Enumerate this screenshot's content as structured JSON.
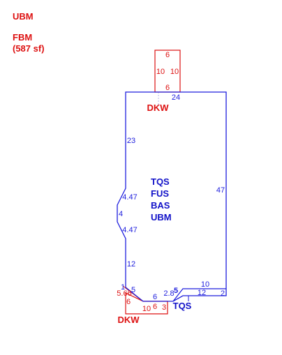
{
  "legend": {
    "line1": "UBM",
    "line2": "FBM",
    "line3": "(587 sf)"
  },
  "colors": {
    "main_outline": "#1d1ddd",
    "addition_outline": "#dd1111",
    "connector": "#b9b9ec"
  },
  "main_area": {
    "labels": [
      "TQS",
      "FUS",
      "BAS",
      "UBM"
    ],
    "dimensions": {
      "top": "24",
      "left_upper": "23",
      "right": "47",
      "angle_upper": "4.47",
      "left_mid": "4",
      "angle_lower": "4.47",
      "left_lower": "12",
      "corner_a": "1",
      "corner_b": "5",
      "bottom_left": "6",
      "bottom_mid": "2.8",
      "step_vertical": "5",
      "step_top": "10",
      "step_bottom": "12",
      "step_right": "2",
      "angle_small": "5.66"
    }
  },
  "top_addition": {
    "label": "DKW",
    "dimensions": {
      "top": "6",
      "left": "10",
      "right": "10",
      "bottom": "6"
    }
  },
  "bottom_addition": {
    "label": "DKW",
    "dimensions": {
      "left": "6",
      "bottom_left": "10",
      "bottom_mid": "6",
      "right": "3"
    }
  },
  "bottom_right_area": {
    "label": "TQS"
  }
}
